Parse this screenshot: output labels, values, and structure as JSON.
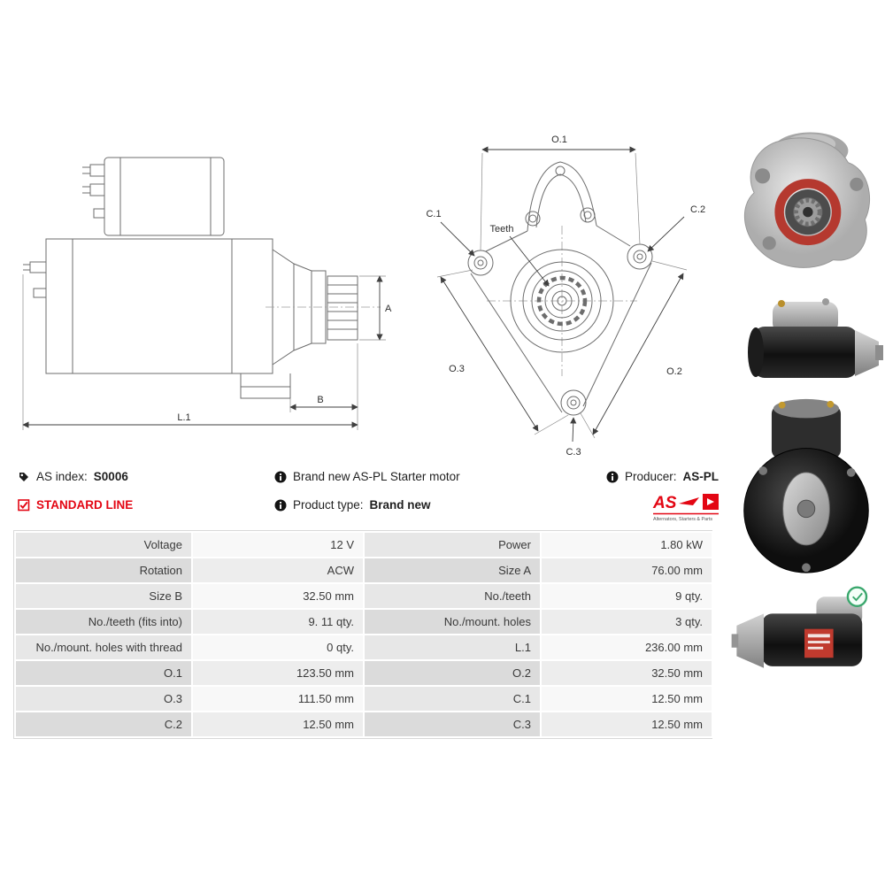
{
  "brand": {
    "red": "#e30613",
    "table_label_bg": "#e0e0e0",
    "table_value_bg": "#f3f3f3",
    "drawing_line": "#6d6d6d"
  },
  "info": {
    "as_index_label": "AS index:",
    "as_index_value": "S0006",
    "standard_line": "STANDARD LINE",
    "brand_new_text": "Brand new AS-PL Starter motor",
    "product_type_label": "Product type:",
    "product_type_value": "Brand new",
    "producer_label": "Producer:",
    "producer_value": "AS-PL",
    "logo_text": "AS",
    "logo_subtext": "Alternators, Starters & Parts"
  },
  "diagram": {
    "A": "A",
    "B": "B",
    "L1": "L.1",
    "O1": "O.1",
    "O2": "O.2",
    "O3": "O.3",
    "C1": "C.1",
    "C2": "C.2",
    "C3": "C.3",
    "teeth": "Teeth"
  },
  "table": {
    "rows": [
      {
        "label1": "Voltage",
        "value1": "12 V",
        "label2": "Power",
        "value2": "1.80 kW"
      },
      {
        "label1": "Rotation",
        "value1": "ACW",
        "label2": "Size A",
        "value2": "76.00 mm"
      },
      {
        "label1": "Size B",
        "value1": "32.50 mm",
        "label2": "No./teeth",
        "value2": "9 qty."
      },
      {
        "label1": "No./teeth (fits into)",
        "value1": "9. 11 qty.",
        "label2": "No./mount. holes",
        "value2": "3 qty."
      },
      {
        "label1": "No./mount. holes with thread",
        "value1": "0 qty.",
        "label2": "L.1",
        "value2": "236.00 mm"
      },
      {
        "label1": "O.1",
        "value1": "123.50 mm",
        "label2": "O.2",
        "value2": "32.50 mm"
      },
      {
        "label1": "O.3",
        "value1": "111.50 mm",
        "label2": "C.1",
        "value2": "12.50 mm"
      },
      {
        "label1": "C.2",
        "value1": "12.50 mm",
        "label2": "C.3",
        "value2": "12.50 mm"
      }
    ]
  }
}
